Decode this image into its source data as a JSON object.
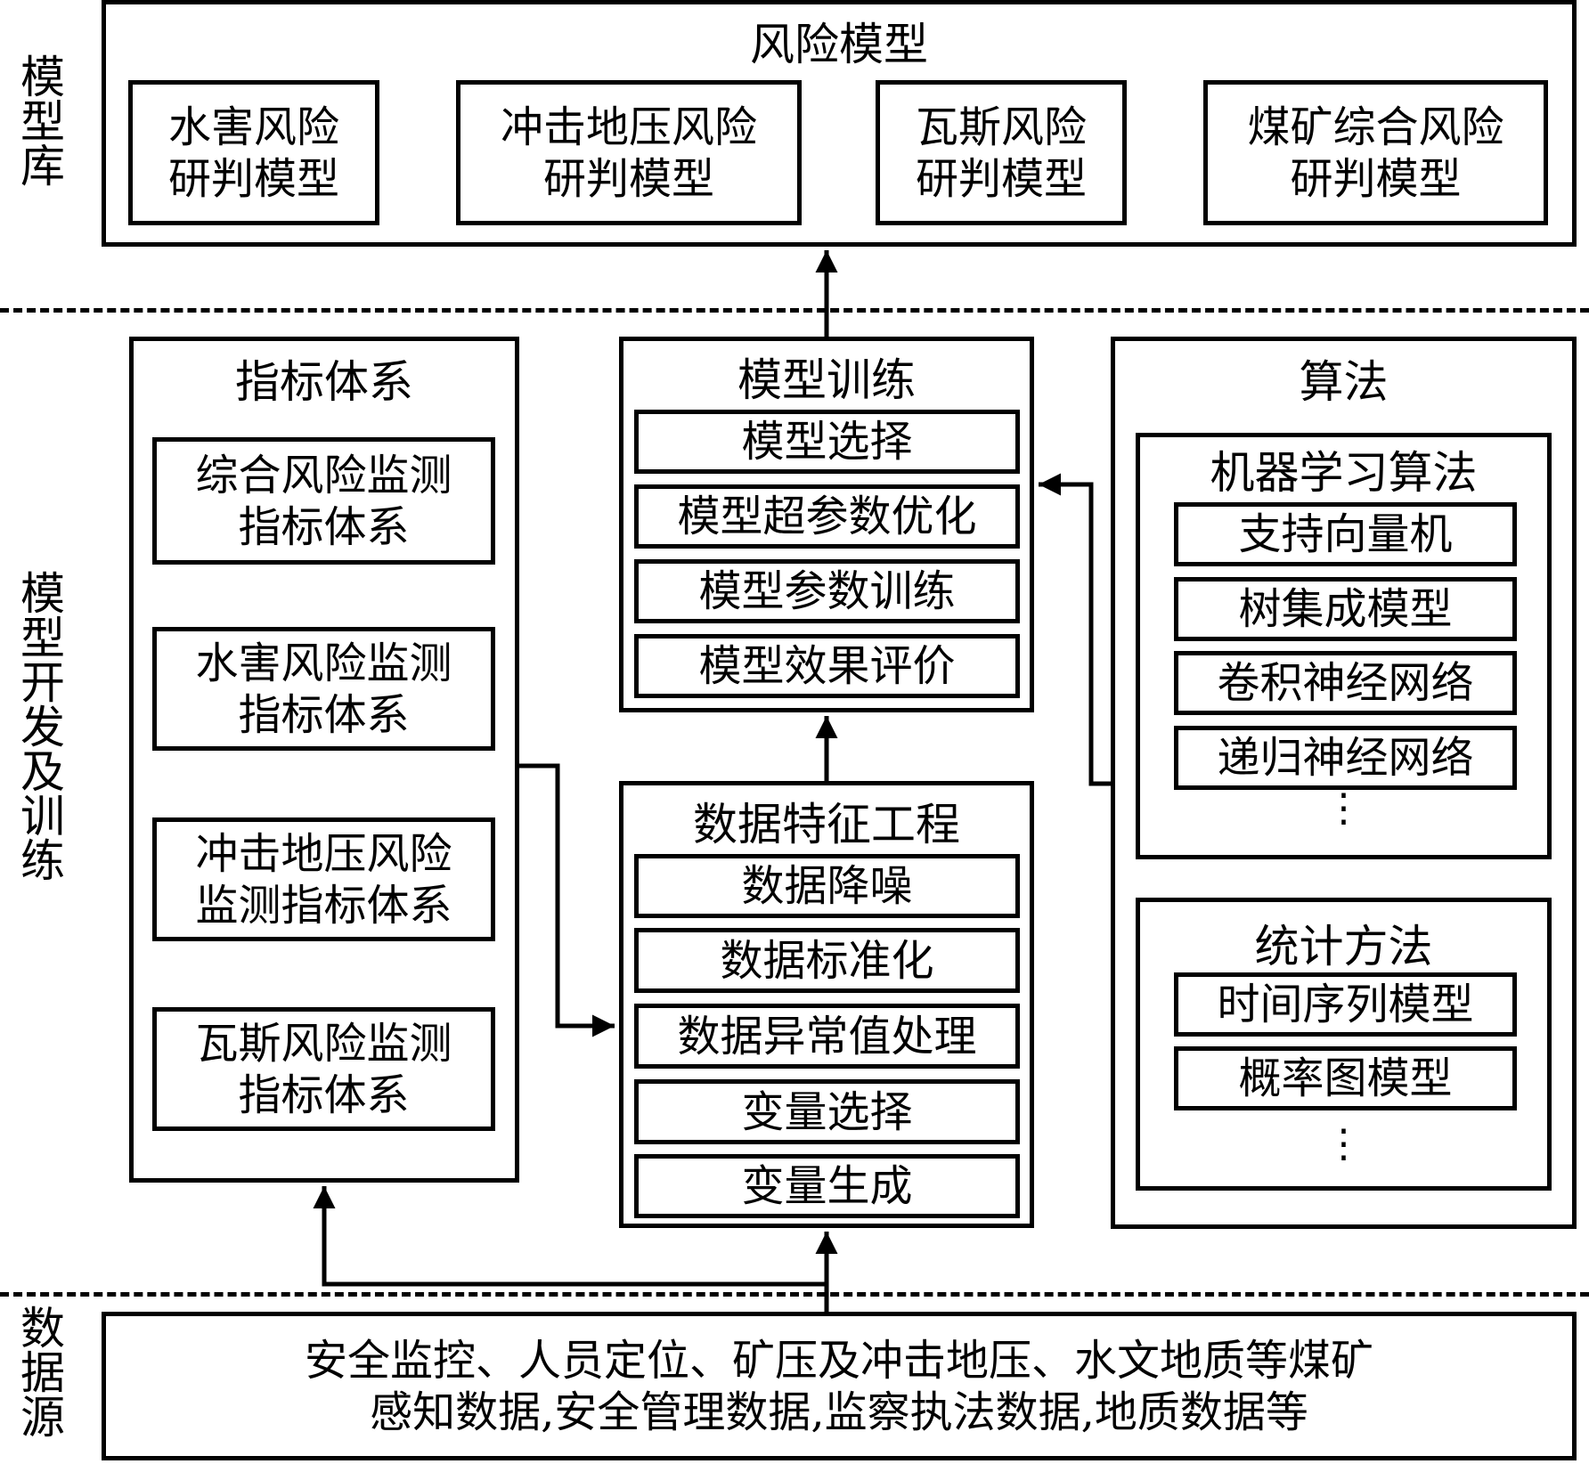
{
  "side_labels": {
    "model_library": "模型库",
    "model_dev": "模型开发及训练",
    "data_source": "数据源"
  },
  "risk_models": {
    "title": "风险模型",
    "items": [
      [
        "水害风险",
        "研判模型"
      ],
      [
        "冲击地压风险",
        "研判模型"
      ],
      [
        "瓦斯风险",
        "研判模型"
      ],
      [
        "煤矿综合风险",
        "研判模型"
      ]
    ]
  },
  "indicator_system": {
    "title": "指标体系",
    "items": [
      [
        "综合风险监测",
        "指标体系"
      ],
      [
        "水害风险监测",
        "指标体系"
      ],
      [
        "冲击地压风险",
        "监测指标体系"
      ],
      [
        "瓦斯风险监测",
        "指标体系"
      ]
    ]
  },
  "model_training": {
    "title": "模型训练",
    "items": [
      "模型选择",
      "模型超参数优化",
      "模型参数训练",
      "模型效果评价"
    ]
  },
  "feature_engineering": {
    "title": "数据特征工程",
    "items": [
      "数据降噪",
      "数据标准化",
      "数据异常值处理",
      "变量选择",
      "变量生成"
    ]
  },
  "algorithms": {
    "title": "算法",
    "ml": {
      "title": "机器学习算法",
      "items": [
        "支持向量机",
        "树集成模型",
        "卷积神经网络",
        "递归神经网络"
      ],
      "more": "⋮"
    },
    "stats": {
      "title": "统计方法",
      "items": [
        "时间序列模型",
        "概率图模型"
      ],
      "more": "⋮"
    }
  },
  "data_source": {
    "lines": [
      "安全监控、人员定位、矿压及冲击地压、水文地质等煤矿",
      "感知数据,安全管理数据,监察执法数据,地质数据等"
    ]
  }
}
